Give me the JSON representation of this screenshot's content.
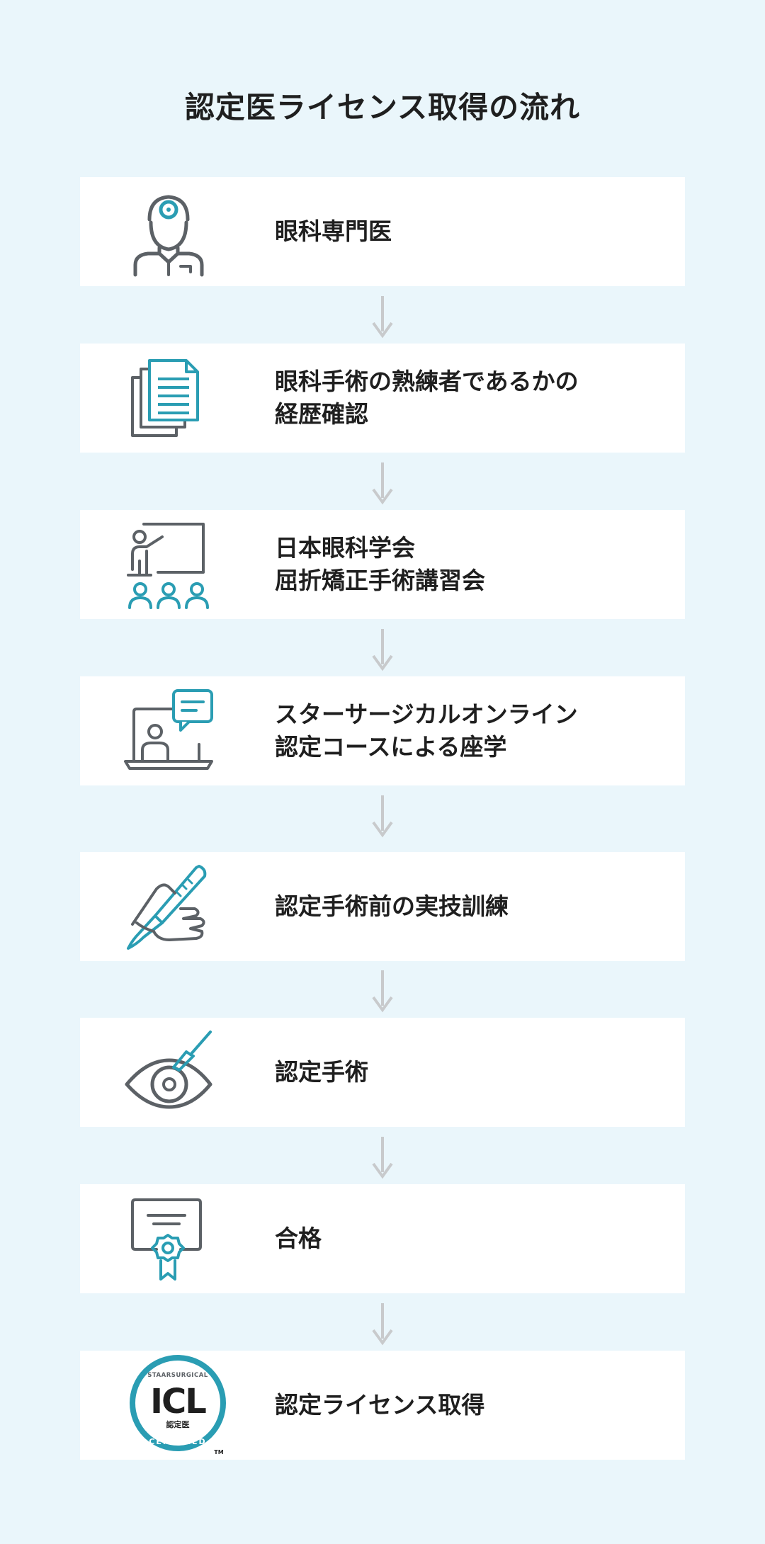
{
  "title": "認定医ライセンス取得の流れ",
  "colors": {
    "background": "#eaf6fb",
    "card": "#ffffff",
    "teal": "#2a9db3",
    "icon_gray": "#5c6166",
    "arrow": "#c8cacc"
  },
  "steps": [
    {
      "label": "眼科専門医",
      "icon": "doctor-icon"
    },
    {
      "label": "眼科手術の熟練者であるかの\n経歴確認",
      "icon": "documents-icon"
    },
    {
      "label": "日本眼科学会\n屈折矯正手術講習会",
      "icon": "lecture-icon"
    },
    {
      "label": "スターサージカルオンライン\n認定コースによる座学",
      "icon": "online-course-icon"
    },
    {
      "label": "認定手術前の実技訓練",
      "icon": "scalpel-hand-icon"
    },
    {
      "label": "認定手術",
      "icon": "eye-surgery-icon"
    },
    {
      "label": "合格",
      "icon": "certificate-icon"
    },
    {
      "label": "認定ライセンス取得",
      "icon": "icl-certified-badge-icon"
    }
  ],
  "badge": {
    "brand": "STAARSURGICAL",
    "mark": "ICL",
    "sub": "認定医",
    "certified": "CERTIFIED",
    "tm": "TM"
  }
}
